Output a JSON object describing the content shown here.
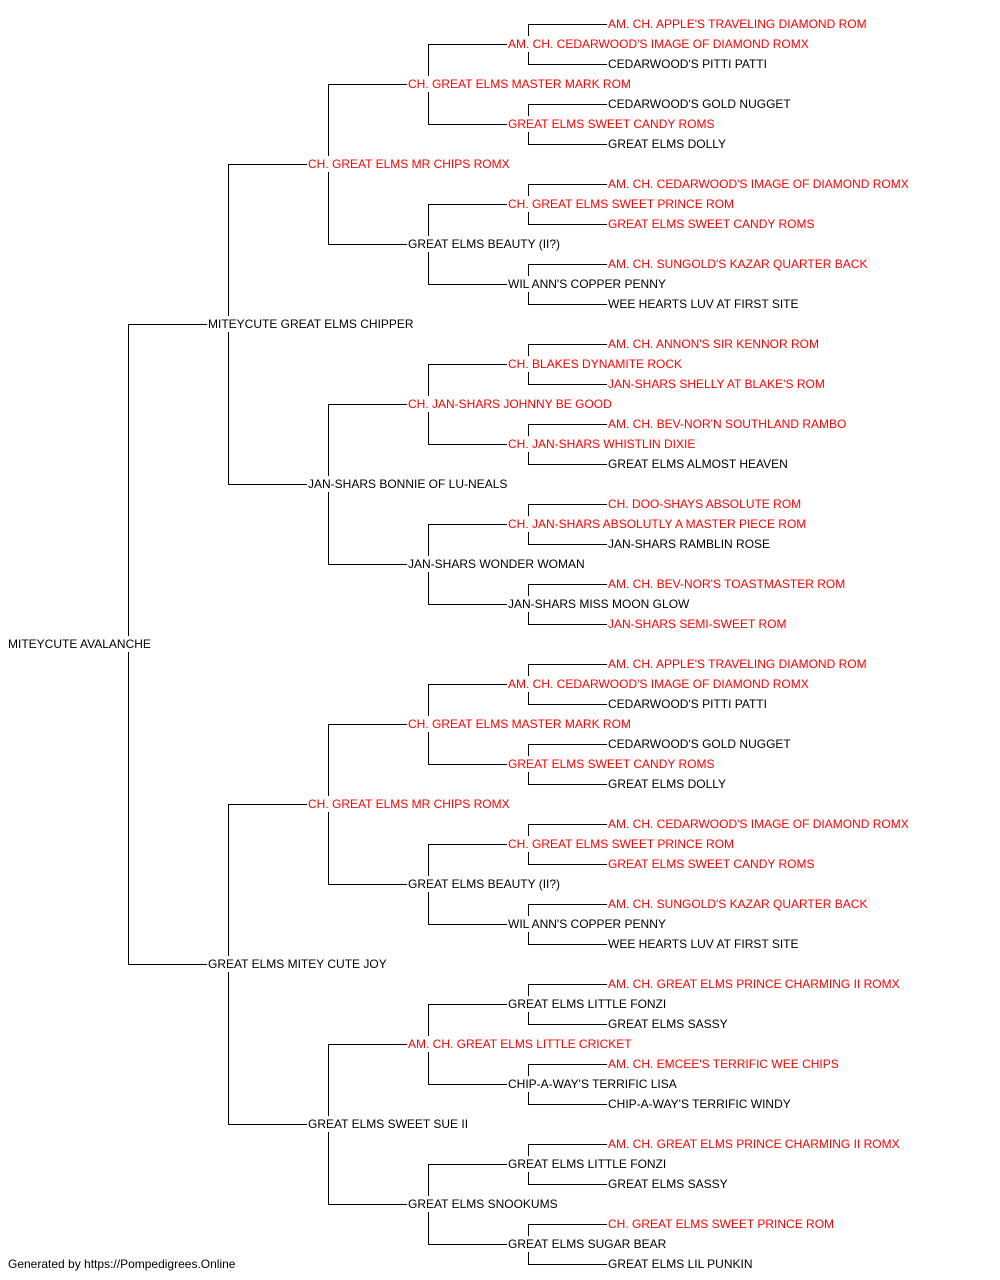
{
  "footer": "Generated by https://Pompedigrees.Online",
  "colors": {
    "champion": "#ff0000",
    "normal": "#000000",
    "line": "#000000"
  },
  "pedigree": {
    "name": "MITEYCUTE AVALANCHE",
    "red": false,
    "sire": {
      "name": "MITEYCUTE GREAT ELMS CHIPPER",
      "red": false,
      "sire": {
        "name": "CH. GREAT ELMS MR CHIPS ROMX",
        "red": true,
        "sire": {
          "name": "CH. GREAT ELMS MASTER MARK ROM",
          "red": true,
          "sire": {
            "name": "AM. CH. CEDARWOOD'S IMAGE OF DIAMOND ROMX",
            "red": true,
            "sire": {
              "name": "AM. CH. APPLE'S TRAVELING DIAMOND ROM",
              "red": true
            },
            "dam": {
              "name": "CEDARWOOD'S PITTI PATTI",
              "red": false
            }
          },
          "dam": {
            "name": "GREAT ELMS SWEET CANDY ROMS",
            "red": true,
            "sire": {
              "name": "CEDARWOOD'S GOLD NUGGET",
              "red": false
            },
            "dam": {
              "name": "GREAT ELMS DOLLY",
              "red": false
            }
          }
        },
        "dam": {
          "name": "GREAT ELMS BEAUTY (II?)",
          "red": false,
          "sire": {
            "name": "CH. GREAT ELMS SWEET PRINCE ROM",
            "red": true,
            "sire": {
              "name": "AM. CH. CEDARWOOD'S IMAGE OF DIAMOND ROMX",
              "red": true
            },
            "dam": {
              "name": "GREAT ELMS SWEET CANDY ROMS",
              "red": true
            }
          },
          "dam": {
            "name": "WIL ANN'S COPPER PENNY",
            "red": false,
            "sire": {
              "name": "AM. CH. SUNGOLD'S KAZAR QUARTER BACK",
              "red": true
            },
            "dam": {
              "name": "WEE HEARTS LUV AT FIRST SITE",
              "red": false
            }
          }
        }
      },
      "dam": {
        "name": "JAN-SHARS BONNIE OF LU-NEALS",
        "red": false,
        "sire": {
          "name": "CH. JAN-SHARS JOHNNY BE GOOD",
          "red": true,
          "sire": {
            "name": "CH. BLAKES DYNAMITE ROCK",
            "red": true,
            "sire": {
              "name": "AM. CH. ANNON'S SIR KENNOR ROM",
              "red": true
            },
            "dam": {
              "name": "JAN-SHARS SHELLY AT BLAKE'S ROM",
              "red": true
            }
          },
          "dam": {
            "name": "CH. JAN-SHARS WHISTLIN DIXIE",
            "red": true,
            "sire": {
              "name": "AM. CH. BEV-NOR'N SOUTHLAND RAMBO",
              "red": true
            },
            "dam": {
              "name": "GREAT ELMS ALMOST HEAVEN",
              "red": false
            }
          }
        },
        "dam": {
          "name": "JAN-SHARS WONDER WOMAN",
          "red": false,
          "sire": {
            "name": "CH. JAN-SHARS ABSOLUTLY A MASTER PIECE ROM",
            "red": true,
            "sire": {
              "name": "CH. DOO-SHAYS ABSOLUTE ROM",
              "red": true
            },
            "dam": {
              "name": "JAN-SHARS RAMBLIN ROSE",
              "red": false
            }
          },
          "dam": {
            "name": "JAN-SHARS MISS MOON GLOW",
            "red": false,
            "sire": {
              "name": "AM. CH. BEV-NOR'S TOASTMASTER ROM",
              "red": true
            },
            "dam": {
              "name": "JAN-SHARS SEMI-SWEET ROM",
              "red": true
            }
          }
        }
      }
    },
    "dam": {
      "name": "GREAT ELMS MITEY CUTE JOY",
      "red": false,
      "sire": {
        "name": "CH. GREAT ELMS MR CHIPS ROMX",
        "red": true,
        "sire": {
          "name": "CH. GREAT ELMS MASTER MARK ROM",
          "red": true,
          "sire": {
            "name": "AM. CH. CEDARWOOD'S IMAGE OF DIAMOND ROMX",
            "red": true,
            "sire": {
              "name": "AM. CH. APPLE'S TRAVELING DIAMOND ROM",
              "red": true
            },
            "dam": {
              "name": "CEDARWOOD'S PITTI PATTI",
              "red": false
            }
          },
          "dam": {
            "name": "GREAT ELMS SWEET CANDY ROMS",
            "red": true,
            "sire": {
              "name": "CEDARWOOD'S GOLD NUGGET",
              "red": false
            },
            "dam": {
              "name": "GREAT ELMS DOLLY",
              "red": false
            }
          }
        },
        "dam": {
          "name": "GREAT ELMS BEAUTY (II?)",
          "red": false,
          "sire": {
            "name": "CH. GREAT ELMS SWEET PRINCE ROM",
            "red": true,
            "sire": {
              "name": "AM. CH. CEDARWOOD'S IMAGE OF DIAMOND ROMX",
              "red": true
            },
            "dam": {
              "name": "GREAT ELMS SWEET CANDY ROMS",
              "red": true
            }
          },
          "dam": {
            "name": "WIL ANN'S COPPER PENNY",
            "red": false,
            "sire": {
              "name": "AM. CH. SUNGOLD'S KAZAR QUARTER BACK",
              "red": true
            },
            "dam": {
              "name": "WEE HEARTS LUV AT FIRST SITE",
              "red": false
            }
          }
        }
      },
      "dam": {
        "name": "GREAT ELMS SWEET SUE II",
        "red": false,
        "sire": {
          "name": "AM. CH. GREAT ELMS LITTLE CRICKET",
          "red": true,
          "sire": {
            "name": "GREAT ELMS LITTLE FONZI",
            "red": false,
            "sire": {
              "name": "AM. CH. GREAT ELMS PRINCE CHARMING II ROMX",
              "red": true
            },
            "dam": {
              "name": "GREAT ELMS SASSY",
              "red": false
            }
          },
          "dam": {
            "name": "CHIP-A-WAY'S TERRIFIC LISA",
            "red": false,
            "sire": {
              "name": "AM. CH. EMCEE'S TERRIFIC WEE CHIPS",
              "red": true
            },
            "dam": {
              "name": "CHIP-A-WAY'S TERRIFIC WINDY",
              "red": false
            }
          }
        },
        "dam": {
          "name": "GREAT ELMS SNOOKUMS",
          "red": false,
          "sire": {
            "name": "GREAT ELMS LITTLE FONZI",
            "red": false,
            "sire": {
              "name": "AM. CH. GREAT ELMS PRINCE CHARMING II ROMX",
              "red": true
            },
            "dam": {
              "name": "GREAT ELMS SASSY",
              "red": false
            }
          },
          "dam": {
            "name": "GREAT ELMS SUGAR BEAR",
            "red": false,
            "sire": {
              "name": "CH. GREAT ELMS SWEET PRINCE ROM",
              "red": true
            },
            "dam": {
              "name": "GREAT ELMS LIL PUNKIN",
              "red": false
            }
          }
        }
      }
    }
  }
}
